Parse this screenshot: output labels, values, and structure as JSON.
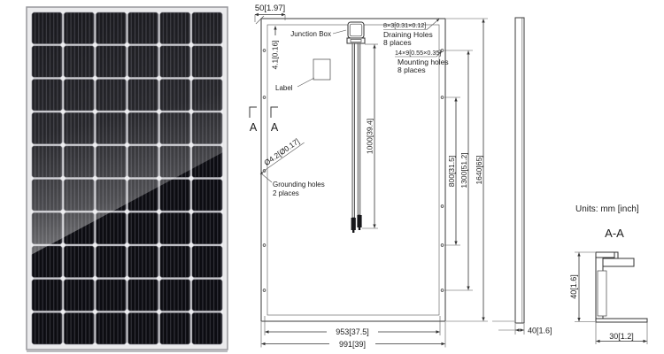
{
  "back": {
    "dim_top_offset": "50[1.97]",
    "dim_frame_lip": "4.1[0.16]",
    "junction_box": "Junction Box",
    "label": "Label",
    "draining_size": "8×3[0.31×0.12]",
    "draining_name": "Draining Holes",
    "draining_places": "8 places",
    "mounting_size": "14×9[0.55×0.35]",
    "mounting_name": "Mounting holes",
    "mounting_places": "8 places",
    "grounding_size": "Ø4.2[Ø0.17]",
    "grounding_name": "Grounding holes",
    "grounding_places": "2 places",
    "dim_cable": "1000[39.4]",
    "dim_mount_span_inner": "800[31.5]",
    "dim_mount_span_outer": "1300[51.2]",
    "dim_height": "1640[65]",
    "dim_width_inner": "953[37.5]",
    "dim_width_outer": "991[39]",
    "section_marker": "A"
  },
  "side": {
    "dim_thickness": "40[1.6]"
  },
  "section_aa": {
    "title": "A-A",
    "dim_height": "40[1.6]",
    "dim_base": "30[1.2]"
  },
  "notes": {
    "units": "Units: mm [inch]"
  },
  "colors": {
    "line": "#3a3a3a",
    "cell_dark": "#0c0c11",
    "frame_silver": "#eaeaec"
  }
}
